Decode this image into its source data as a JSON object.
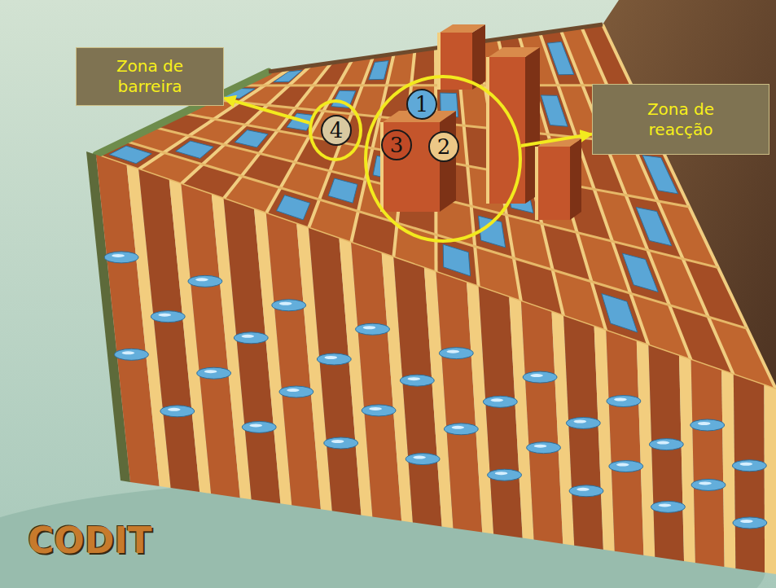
{
  "diagram": {
    "title": "CODIT",
    "nodes": [
      {
        "text": [
          "Zona de barreira"
        ]
      },
      {
        "text": []
      },
      {
        "text": [
          "4"
        ],
        "in": 1
      },
      {
        "text": []
      },
      {
        "text": [
          "1"
        ],
        "in": 3
      },
      {
        "text": [
          "3"
        ],
        "in": 3
      },
      {
        "text": [
          "2"
        ],
        "in": 3
      },
      {
        "text": [
          "Zona de reacção"
        ]
      }
    ],
    "edges": [
      {
        "from": 1,
        "to": 0,
        "arrow": "to"
      },
      {
        "from": 3,
        "to": 7,
        "arrow": "to"
      }
    ]
  }
}
